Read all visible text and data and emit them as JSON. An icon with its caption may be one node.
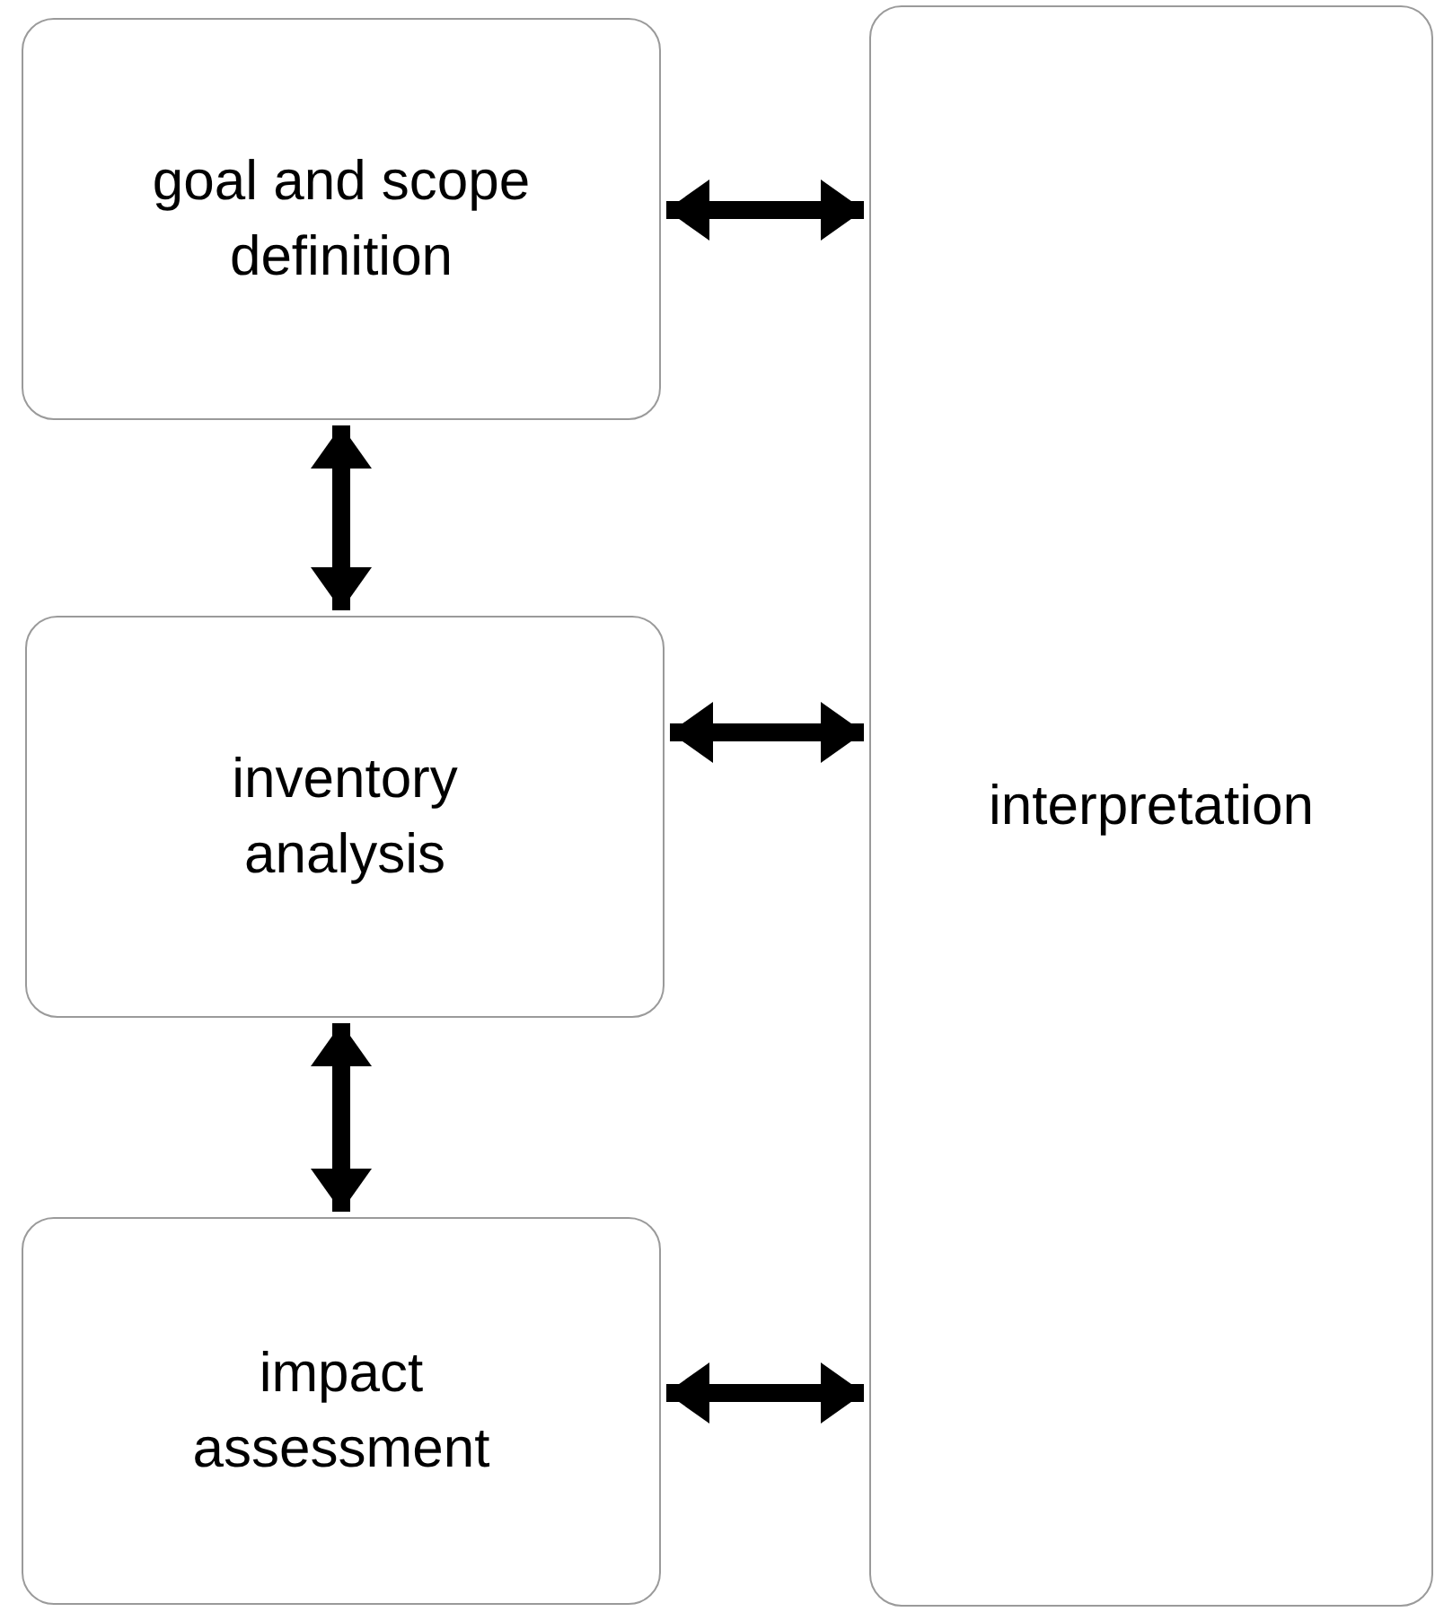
{
  "diagram": {
    "nodes": [
      {
        "text": [
          "goal and scope definition"
        ]
      },
      {
        "text": [
          "inventory analysis"
        ]
      },
      {
        "text": [
          "impact assessment"
        ]
      },
      {
        "text": [
          "interpretation"
        ]
      }
    ],
    "edges": [
      {
        "from": 0,
        "to": 3,
        "arrow": "both"
      },
      {
        "from": 0,
        "to": 1,
        "arrow": "both"
      },
      {
        "from": 1,
        "to": 3,
        "arrow": "both"
      },
      {
        "from": 1,
        "to": 2,
        "arrow": "both"
      },
      {
        "from": 2,
        "to": 3,
        "arrow": "both"
      }
    ]
  }
}
